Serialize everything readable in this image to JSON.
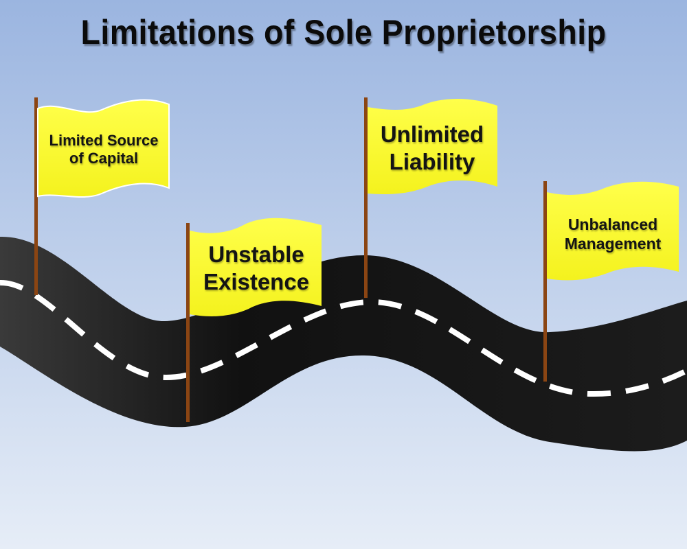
{
  "title": "Limitations of Sole Proprietorship",
  "flags": [
    {
      "label": "Limited Source\nof Capital"
    },
    {
      "label": "Unstable\nExistence"
    },
    {
      "label": "Unlimited\nLiability"
    },
    {
      "label": "Unbalanced\nManagement"
    }
  ],
  "colors": {
    "sky_top": "#9bb5e0",
    "sky_bottom": "#e6edf7",
    "road": "#111111",
    "road_dash": "#ffffff",
    "flag": "#ffff33",
    "pole": "#8b4513"
  }
}
